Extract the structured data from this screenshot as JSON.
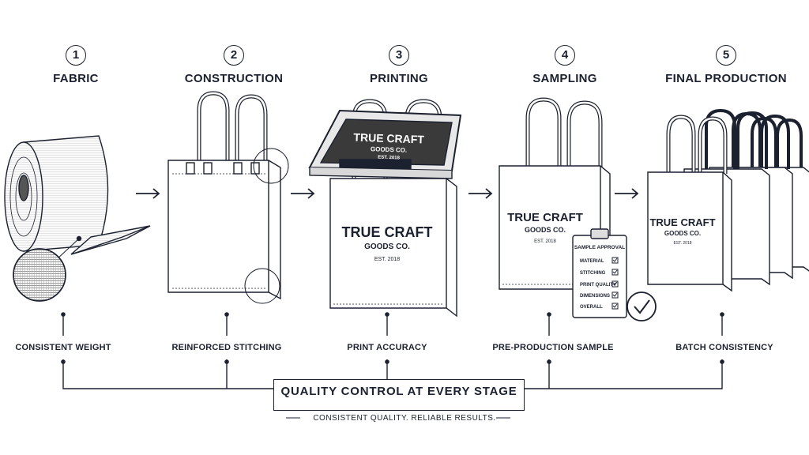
{
  "steps": [
    {
      "number": "1",
      "title": "FABRIC",
      "quality_label": "CONSISTENT WEIGHT"
    },
    {
      "number": "2",
      "title": "CONSTRUCTION",
      "quality_label": "REINFORCED STITCHING"
    },
    {
      "number": "3",
      "title": "PRINTING",
      "quality_label": "PRINT ACCURACY"
    },
    {
      "number": "4",
      "title": "SAMPLING",
      "quality_label": "PRE-PRODUCTION SAMPLE"
    },
    {
      "number": "5",
      "title": "FINAL PRODUCTION",
      "quality_label": "BATCH CONSISTENCY"
    }
  ],
  "brand": {
    "line1": "TRUE CRAFT",
    "line2": "GOODS CO.",
    "line3": "EST. 2018"
  },
  "sample_approval": {
    "title": "SAMPLE APPROVAL",
    "items": [
      "MATERIAL",
      "STITCHING",
      "PRINT QUALITY",
      "DIMENSIONS",
      "OVERALL"
    ]
  },
  "quality_control": {
    "title": "QUALITY CONTROL AT EVERY STAGE",
    "subtitle": "CONSISTENT QUALITY. RELIABLE RESULTS."
  },
  "colors": {
    "ink": "#1c2130",
    "screen": "#3a3a3a",
    "paper": "#ffffff"
  }
}
